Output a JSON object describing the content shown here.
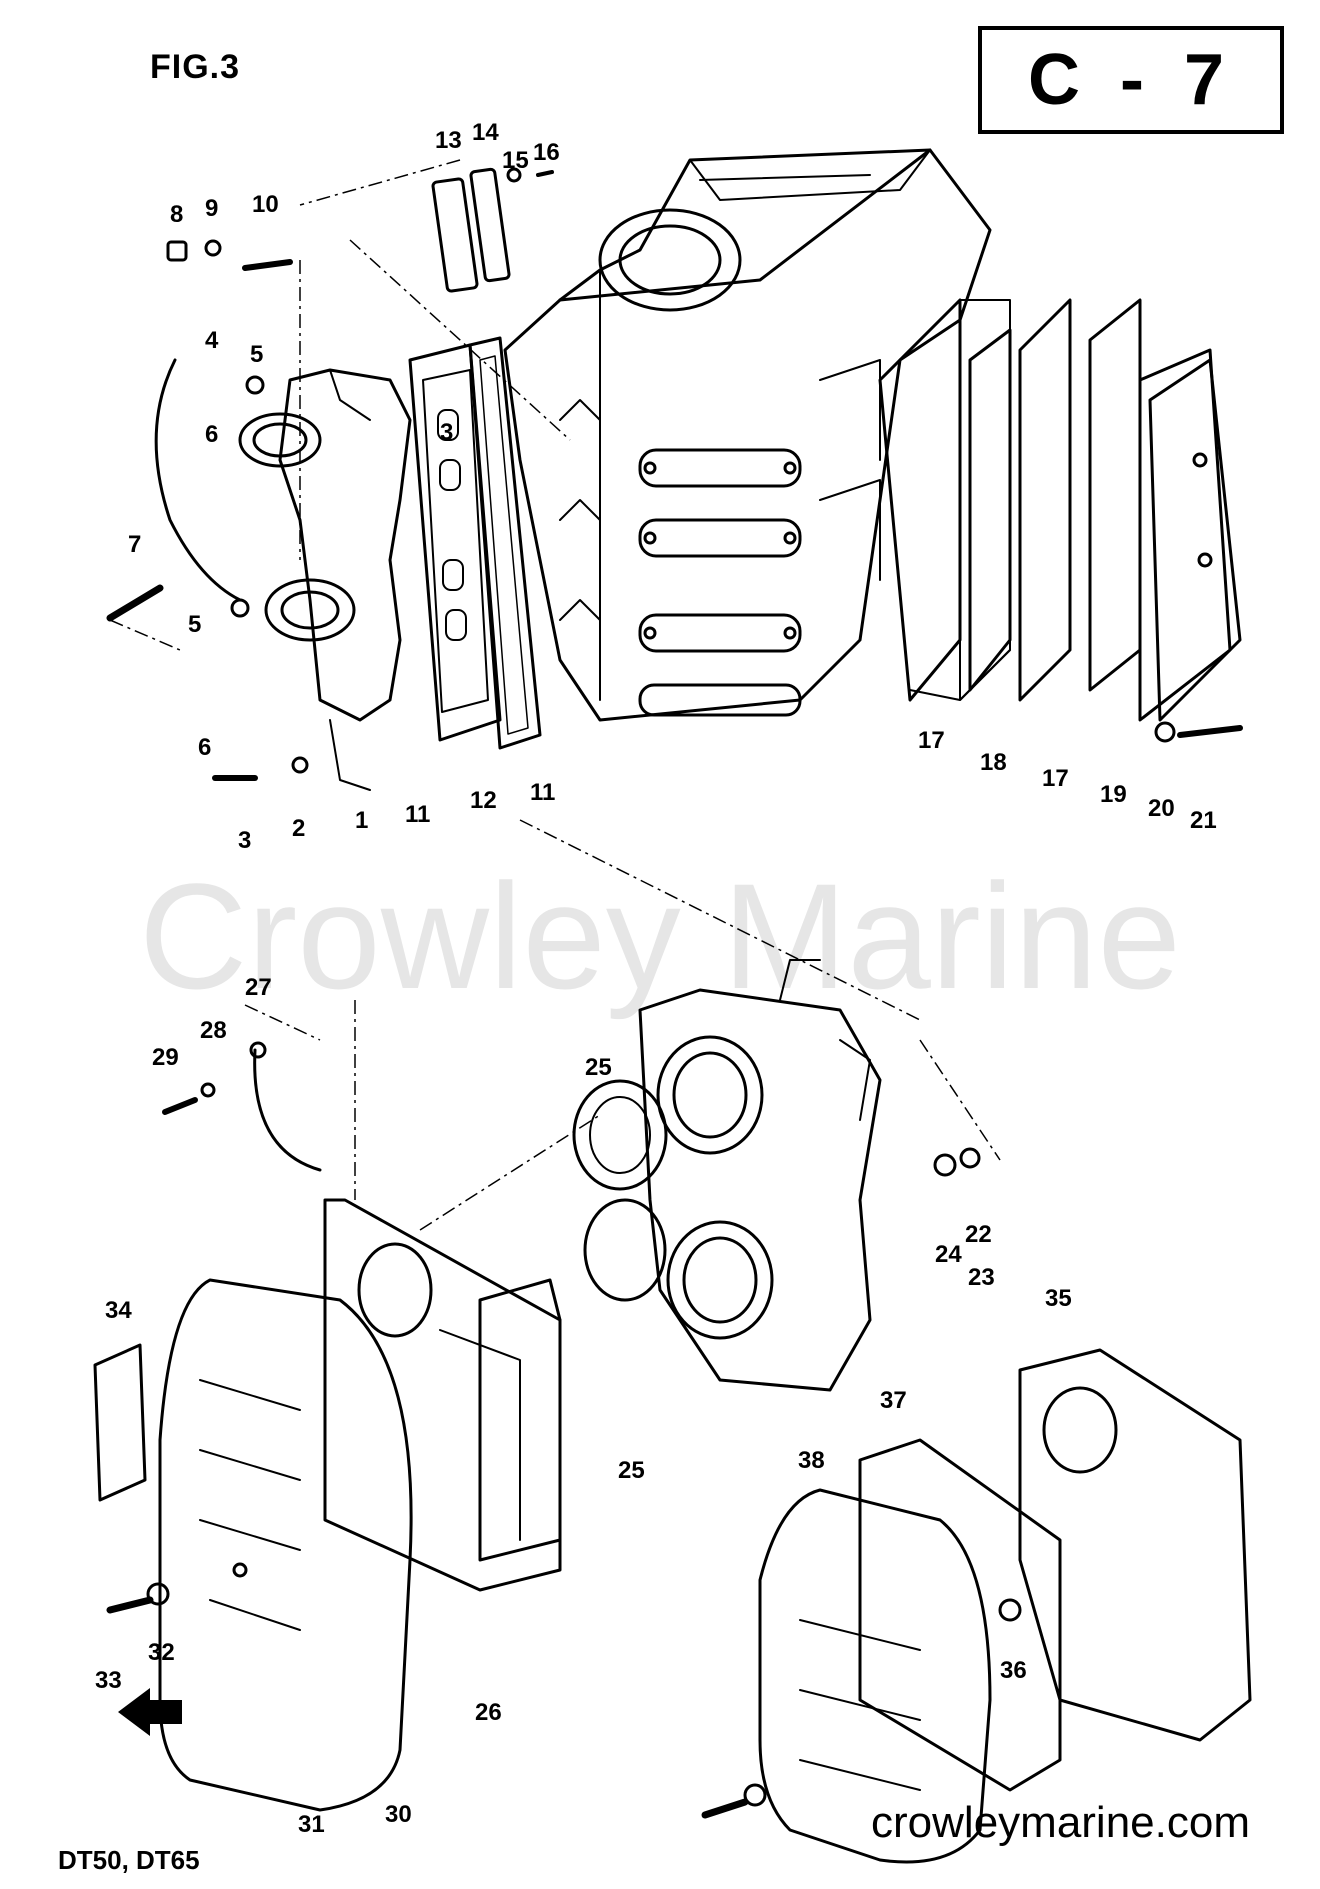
{
  "header": {
    "figure_label": "FIG.3",
    "page_code": "C - 7"
  },
  "watermark": "Crowley Marine",
  "footer": {
    "site_url": "crowleymarine.com",
    "models": "DT50, DT65"
  },
  "callouts": [
    {
      "id": "c1",
      "text": "1"
    },
    {
      "id": "c2",
      "text": "2"
    },
    {
      "id": "c3",
      "text": "3"
    },
    {
      "id": "c3b",
      "text": "3"
    },
    {
      "id": "c4",
      "text": "4"
    },
    {
      "id": "c5a",
      "text": "5"
    },
    {
      "id": "c5b",
      "text": "5"
    },
    {
      "id": "c6a",
      "text": "6"
    },
    {
      "id": "c6b",
      "text": "6"
    },
    {
      "id": "c7",
      "text": "7"
    },
    {
      "id": "c8",
      "text": "8"
    },
    {
      "id": "c9",
      "text": "9"
    },
    {
      "id": "c10",
      "text": "10"
    },
    {
      "id": "c11a",
      "text": "11"
    },
    {
      "id": "c12",
      "text": "12"
    },
    {
      "id": "c11b",
      "text": "11"
    },
    {
      "id": "c13",
      "text": "13"
    },
    {
      "id": "c14",
      "text": "14"
    },
    {
      "id": "c15",
      "text": "15"
    },
    {
      "id": "c16",
      "text": "16"
    },
    {
      "id": "c17a",
      "text": "17"
    },
    {
      "id": "c18",
      "text": "18"
    },
    {
      "id": "c17b",
      "text": "17"
    },
    {
      "id": "c19",
      "text": "19"
    },
    {
      "id": "c20",
      "text": "20"
    },
    {
      "id": "c21",
      "text": "21"
    },
    {
      "id": "c22",
      "text": "22"
    },
    {
      "id": "c23",
      "text": "23"
    },
    {
      "id": "c24",
      "text": "24"
    },
    {
      "id": "c25a",
      "text": "25"
    },
    {
      "id": "c25b",
      "text": "25"
    },
    {
      "id": "c26",
      "text": "26"
    },
    {
      "id": "c27",
      "text": "27"
    },
    {
      "id": "c28",
      "text": "28"
    },
    {
      "id": "c29",
      "text": "29"
    },
    {
      "id": "c30",
      "text": "30"
    },
    {
      "id": "c31",
      "text": "31"
    },
    {
      "id": "c32",
      "text": "32"
    },
    {
      "id": "c33",
      "text": "33"
    },
    {
      "id": "c34",
      "text": "34"
    },
    {
      "id": "c35",
      "text": "35"
    },
    {
      "id": "c36",
      "text": "36"
    },
    {
      "id": "c37",
      "text": "37"
    },
    {
      "id": "c38",
      "text": "38"
    }
  ]
}
